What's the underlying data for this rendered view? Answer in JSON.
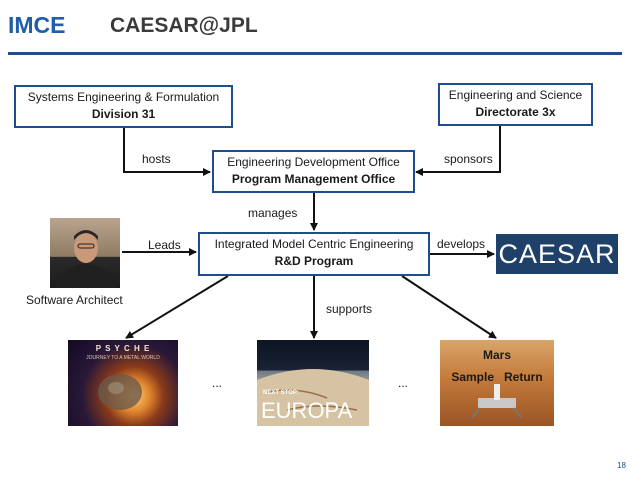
{
  "header": {
    "logo_text": "IMCE",
    "title": "CAESAR@JPL",
    "colors": {
      "brand": "#1f5ea8",
      "rule": "#1f4e8c"
    }
  },
  "boxes": {
    "sys_eng": {
      "line1": "Systems Engineering & Formulation",
      "line2": "Division 31"
    },
    "eng_sci": {
      "line1": "Engineering and Science",
      "line2": "Directorate 3x"
    },
    "edo": {
      "line1": "Engineering Development Office",
      "line2": "Program Management Office"
    },
    "imce": {
      "line1": "Integrated Model Centric Engineering",
      "line2": "R&D Program"
    }
  },
  "labels": {
    "hosts": "hosts",
    "sponsors": "sponsors",
    "manages": "manages",
    "leads": "Leads",
    "develops": "develops",
    "supports": "supports",
    "software_architect": "Software Architect",
    "ellipsis_left": "...",
    "ellipsis_right": "..."
  },
  "images": {
    "caesar_logo": "CAESAR",
    "psyche_title": "P S Y C H E",
    "psyche_sub": "JOURNEY TO A METAL WORLD",
    "europa_small": "NEXT STOP:",
    "europa_big": "EUROPA",
    "msr_line1": "Mars",
    "msr_line2": "Sample   Return"
  },
  "page_number": "18"
}
